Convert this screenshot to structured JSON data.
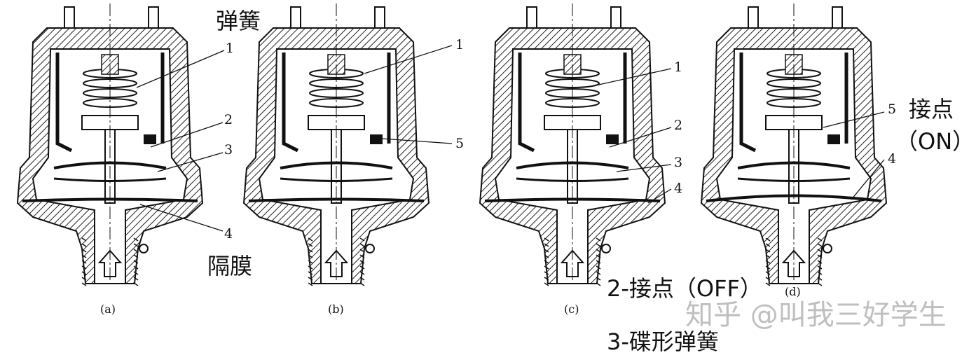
{
  "figures": [
    {
      "caption": "(a)",
      "labels": [
        "1",
        "2",
        "3",
        "4"
      ]
    },
    {
      "caption": "(b)",
      "labels": [
        "1",
        "5"
      ]
    },
    {
      "caption": "(c)",
      "labels": [
        "1",
        "2",
        "3",
        "4"
      ]
    },
    {
      "caption": "(d)",
      "labels": [
        "5",
        "4"
      ]
    }
  ],
  "annotations": {
    "spring": "弹簧",
    "diaphragm": "隔膜",
    "contact": "接点",
    "on": "（ON）",
    "legend_2": "2-接点（OFF）",
    "legend_3": "3-碟形弹簧"
  },
  "watermark": "知乎 @叫我三好学生",
  "colors": {
    "ink": "#111111",
    "watermark": "#aaaaaa"
  }
}
